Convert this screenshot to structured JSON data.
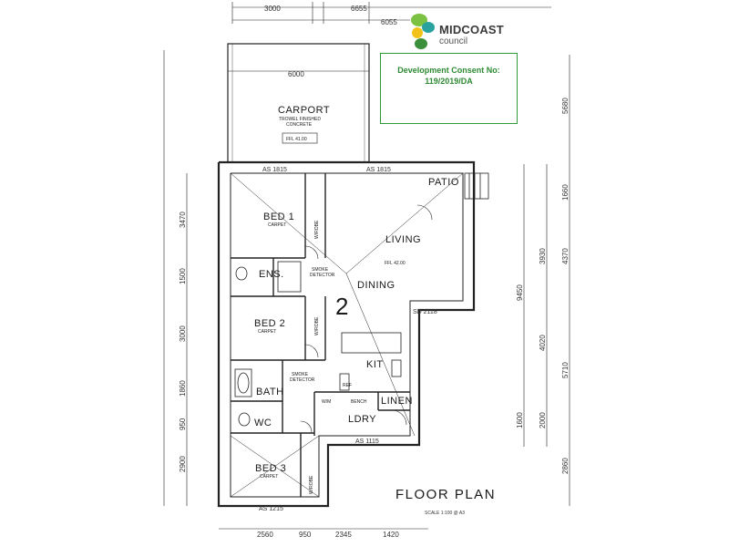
{
  "logo": {
    "name": "MIDCOAST",
    "sub": "council",
    "colors": {
      "green": "#7cc242",
      "teal": "#2aa3a0",
      "yellow": "#f2c21b",
      "dark_green": "#3c8f3a"
    }
  },
  "consent": {
    "title": "Development Consent No:",
    "number": "119/2019/DA",
    "border_color": "#2e9a3a"
  },
  "title": {
    "floor_plan": "FLOOR PLAN",
    "scale": "SCALE   1:100 @ A3"
  },
  "lot_number": "2",
  "rooms": {
    "carport": "CARPORT",
    "carport_note1": "TROWEL FINISHED",
    "carport_note2": "CONCRETE",
    "carport_ffl": "FFL 41.00",
    "patio": "PATIO",
    "bed1": "BED 1",
    "bed2": "BED 2",
    "bed3": "BED 3",
    "carpet": "CARPET",
    "ens": "ENS.",
    "living": "LIVING",
    "dining": "DINING",
    "living_ffl": "FFL 42.00",
    "kit": "KIT",
    "bath": "BATH",
    "wc": "WC",
    "ldry": "LDRY",
    "linen": "LINEN",
    "wrobe": "W/ROBE",
    "ref": "REF",
    "bench": "BENCH",
    "wm": "W/M",
    "smoke": "SMOKE",
    "detector": "DETECTOR"
  },
  "dims": {
    "top1": "3000",
    "top2": "6655",
    "top3": "6055",
    "carport_w": "6000",
    "as1815a": "AS 1815",
    "as1815b": "AS 1815",
    "left1": "3470",
    "left2": "1500",
    "left3": "3000",
    "left4": "1860",
    "left5": "950",
    "left6": "2900",
    "right1": "5680",
    "right2": "1660",
    "right3": "3930",
    "right4": "4370",
    "right5": "9450",
    "right6": "4020",
    "right7": "5710",
    "right8": "1600",
    "right9": "2000",
    "right10": "2860",
    "bot1": "2560",
    "bot2": "950",
    "bot3": "2345",
    "bot4": "1420",
    "sd2118": "SD 2118",
    "as1115": "AS 1115",
    "as1215": "AS 1215"
  }
}
